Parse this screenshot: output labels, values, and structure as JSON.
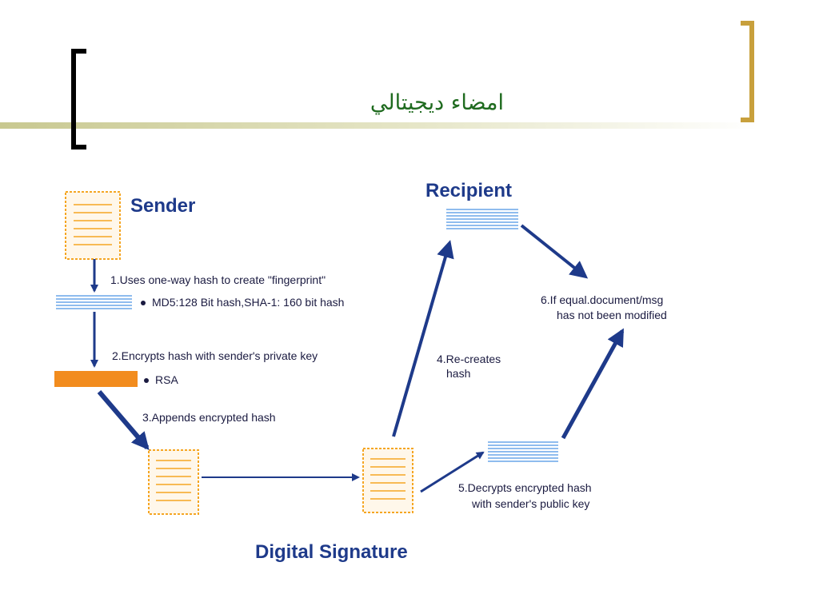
{
  "slide": {
    "title": "امضاء ديجيتالي",
    "colors": {
      "title_text": "#1f6b1f",
      "left_bracket": "#000000",
      "right_bracket": "#c8a03c",
      "title_rule": "#c8c890",
      "diagram_blue": "#1e3a8a",
      "encrypted_bar": "#f28c1e",
      "hash_lines": "#6aa6e8",
      "document_border": "#f5a623"
    }
  },
  "diagram": {
    "sender_label": "Sender",
    "recipient_label": "Recipient",
    "caption": "Digital Signature",
    "step1": "1.Uses one-way hash to create \"fingerprint\"",
    "step1_bullet": "MD5:128 Bit hash,SHA-1: 160 bit hash",
    "step2": "2.Encrypts hash with sender's private key",
    "step2_bullet": "RSA",
    "step3": "3.Appends encrypted hash",
    "step4_line1": "4.Re-creates",
    "step4_line2": "hash",
    "step5_line1": "5.Decrypts encrypted hash",
    "step5_line2": "with sender's public key",
    "step6_line1": "6.If equal.document/msg",
    "step6_line2": "has not been modified"
  }
}
